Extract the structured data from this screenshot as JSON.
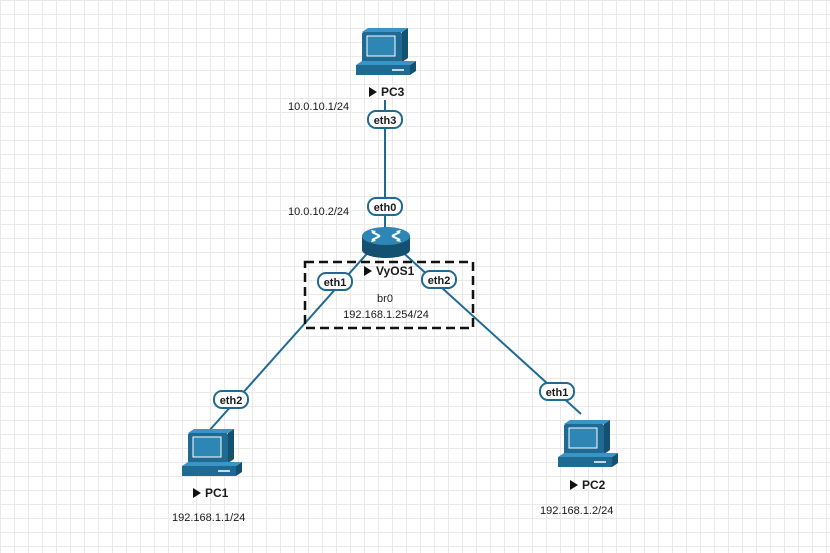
{
  "nodes": {
    "pc3": {
      "name": "PC3",
      "ip": "10.0.10.1/24",
      "icon": "desktop-pc-icon"
    },
    "vyos1": {
      "name": "VyOS1",
      "ip": "10.0.10.2/24",
      "icon": "router-icon"
    },
    "pc1": {
      "name": "PC1",
      "ip": "192.168.1.1/24",
      "icon": "desktop-pc-icon"
    },
    "pc2": {
      "name": "PC2",
      "ip": "192.168.1.2/24",
      "icon": "desktop-pc-icon"
    }
  },
  "bridge": {
    "name": "br0",
    "ip": "192.168.1.254/24"
  },
  "links": [
    {
      "a": "PC3",
      "a_if": "eth3",
      "b": "VyOS1",
      "b_if": "eth0"
    },
    {
      "a": "VyOS1",
      "a_if": "eth1",
      "b": "PC1",
      "b_if": "eth2"
    },
    {
      "a": "VyOS1",
      "a_if": "eth2",
      "b": "PC2",
      "b_if": "eth1"
    }
  ],
  "colors": {
    "link": "#1f6a92",
    "device": "#1f6a92",
    "grid": "#e9e9e9"
  }
}
